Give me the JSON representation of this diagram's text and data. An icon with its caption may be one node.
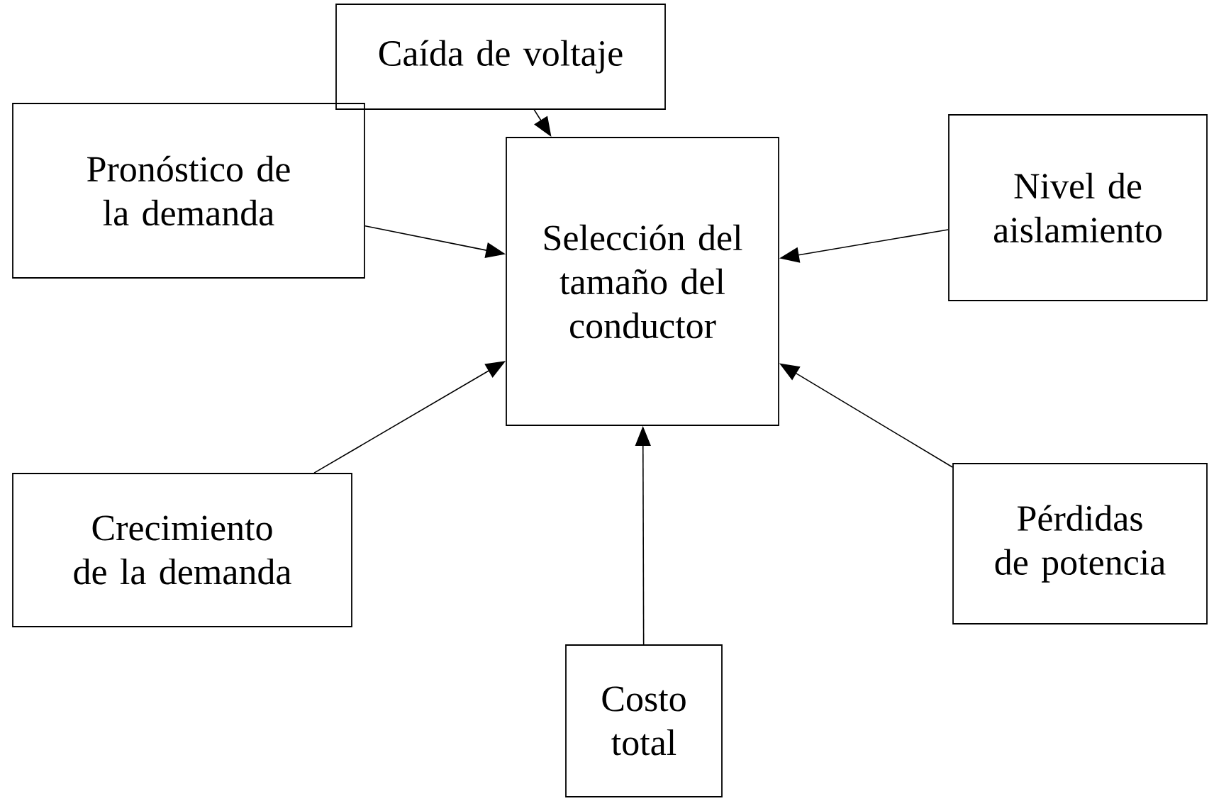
{
  "diagram": {
    "nodes": [
      {
        "text": [
          "Caída de voltaje"
        ]
      },
      {
        "text": [
          "Pronóstico de la demanda"
        ]
      },
      {
        "text": [
          "Nivel de aislamiento"
        ]
      },
      {
        "text": [
          "Selección del tamaño del conductor"
        ]
      },
      {
        "text": [
          "Crecimiento de la demanda"
        ]
      },
      {
        "text": [
          "Pérdidas de potencia"
        ]
      },
      {
        "text": [
          "Costo total"
        ]
      }
    ],
    "edges": [
      {
        "from": 0,
        "to": 3,
        "arrow": "to"
      },
      {
        "from": 1,
        "to": 3,
        "arrow": "to"
      },
      {
        "from": 2,
        "to": 3,
        "arrow": "to"
      },
      {
        "from": 4,
        "to": 3,
        "arrow": "to"
      },
      {
        "from": 5,
        "to": 3,
        "arrow": "to"
      },
      {
        "from": 6,
        "to": 3,
        "arrow": "to"
      }
    ]
  }
}
